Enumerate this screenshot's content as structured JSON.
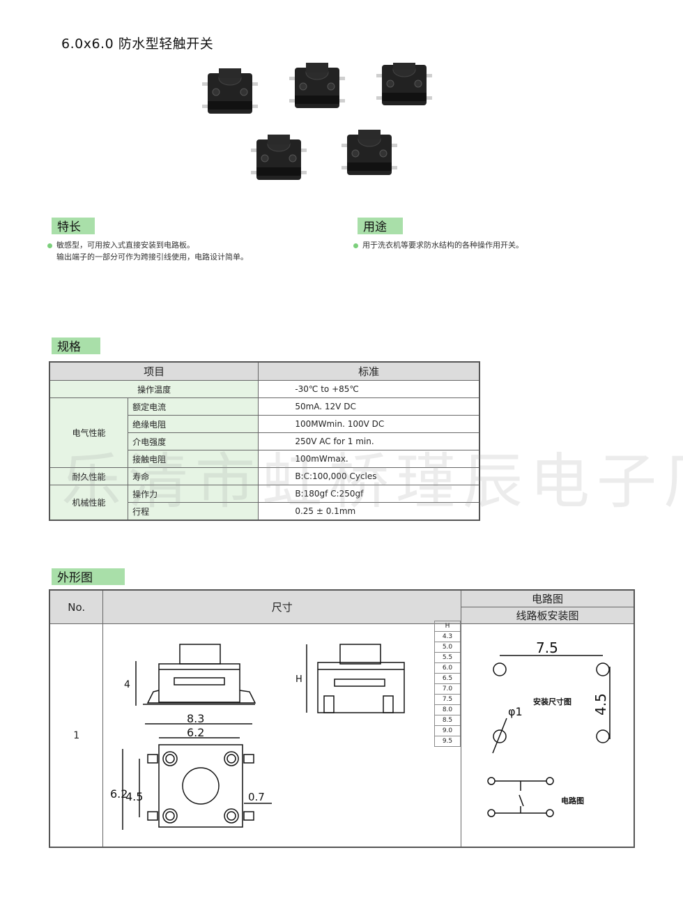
{
  "title": "6.0x6.0  防水型轻触开关",
  "features": {
    "heading": "特长",
    "lines": [
      "敏感型，可用按入式直接安装到电路板。",
      "输出端子的一部分可作为跨接引线使用，电路设计简单。"
    ]
  },
  "usage": {
    "heading": "用途",
    "lines": [
      "用于洗衣机等要求防水结构的各种操作用开关。"
    ]
  },
  "specs": {
    "heading": "规格",
    "col_item": "项目",
    "col_std": "标准",
    "rows": {
      "temp_label": "操作温度",
      "temp_value": "-30℃ to +85℃",
      "elec_group": "电气性能",
      "current_label": "额定电流",
      "current_value": "50mA. 12V DC",
      "insul_label": "绝缘电阻",
      "insul_value": "100MWmin. 100V DC",
      "diel_label": "介电强度",
      "diel_value": "250V AC for 1 min.",
      "contact_label": "接触电阻",
      "contact_value": "100mWmax.",
      "dur_group": "耐久性能",
      "life_label": "寿命",
      "life_value": "B:C:100,000 Cycles",
      "mech_group": "机械性能",
      "force_label": "操作力",
      "force_value": "B:180gf   C:250gf",
      "travel_label": "行程",
      "travel_value": "0.25 ± 0.1mm"
    }
  },
  "outline": {
    "heading": "外形图",
    "col_no": "No.",
    "col_size": "尺寸",
    "col_circuit": "电路图",
    "col_pcb": "线路板安装图",
    "row_no": "1",
    "h_table": [
      "H",
      "4.3",
      "5.0",
      "5.5",
      "6.0",
      "6.5",
      "7.0",
      "7.5",
      "8.0",
      "8.5",
      "9.0",
      "9.5"
    ],
    "dims": {
      "d4": "4",
      "d83": "8.3",
      "d62": "6.2",
      "dH": "H",
      "d62v": "6.2",
      "d45v": "4.5",
      "d07": "0.7",
      "pcb_75": "7.5",
      "pcb_45": "4.5",
      "pcb_phi": "φ1",
      "pcb_label": "安装尺寸图",
      "circuit_label": "电路图"
    }
  },
  "watermark": "乐清市虹桥瑾辰电子厂"
}
